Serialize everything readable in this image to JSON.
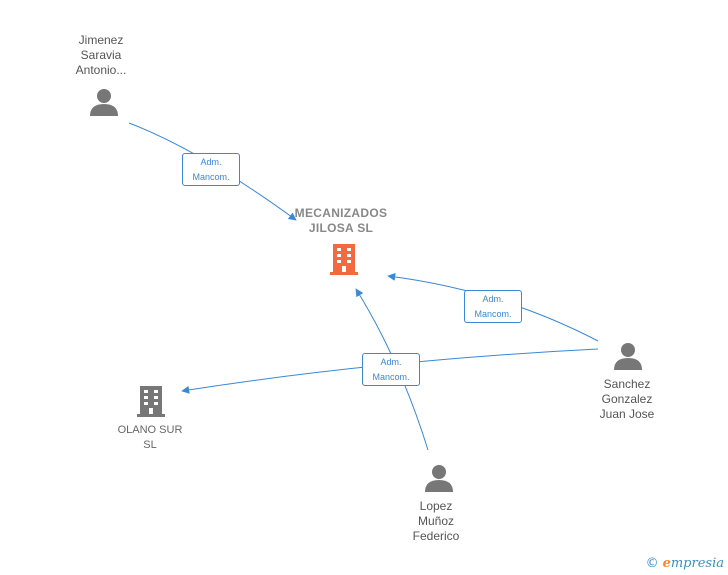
{
  "nodes": {
    "main_company": {
      "line1": "MECANIZADOS",
      "line2": "JILOSA  SL",
      "icon": "building-icon",
      "color": "#f26a3d"
    },
    "olano": {
      "line1": "OLANO SUR",
      "line2": "SL",
      "icon": "building-icon",
      "color": "#777777"
    },
    "jimenez": {
      "line1": "Jimenez",
      "line2": "Saravia",
      "line3": "Antonio...",
      "icon": "person-icon"
    },
    "sanchez": {
      "line1": "Sanchez",
      "line2": "Gonzalez",
      "line3": "Juan Jose",
      "icon": "person-icon"
    },
    "lopez": {
      "line1": "Lopez",
      "line2": "Muñoz",
      "line3": "Federico",
      "icon": "person-icon"
    }
  },
  "edges": [
    {
      "from": "jimenez",
      "to": "main_company",
      "line1": "Adm.",
      "line2": "Mancom."
    },
    {
      "from": "sanchez",
      "to": "main_company",
      "line1": "Adm.",
      "line2": "Mancom."
    },
    {
      "from": "lopez",
      "to": "main_company",
      "line1": "Adm.",
      "line2": "Mancom."
    }
  ],
  "colors": {
    "edge": "#3b87d8",
    "person": "#777777"
  },
  "brand": {
    "copyright": "©",
    "first_letter": "e",
    "rest": "mpresia"
  }
}
